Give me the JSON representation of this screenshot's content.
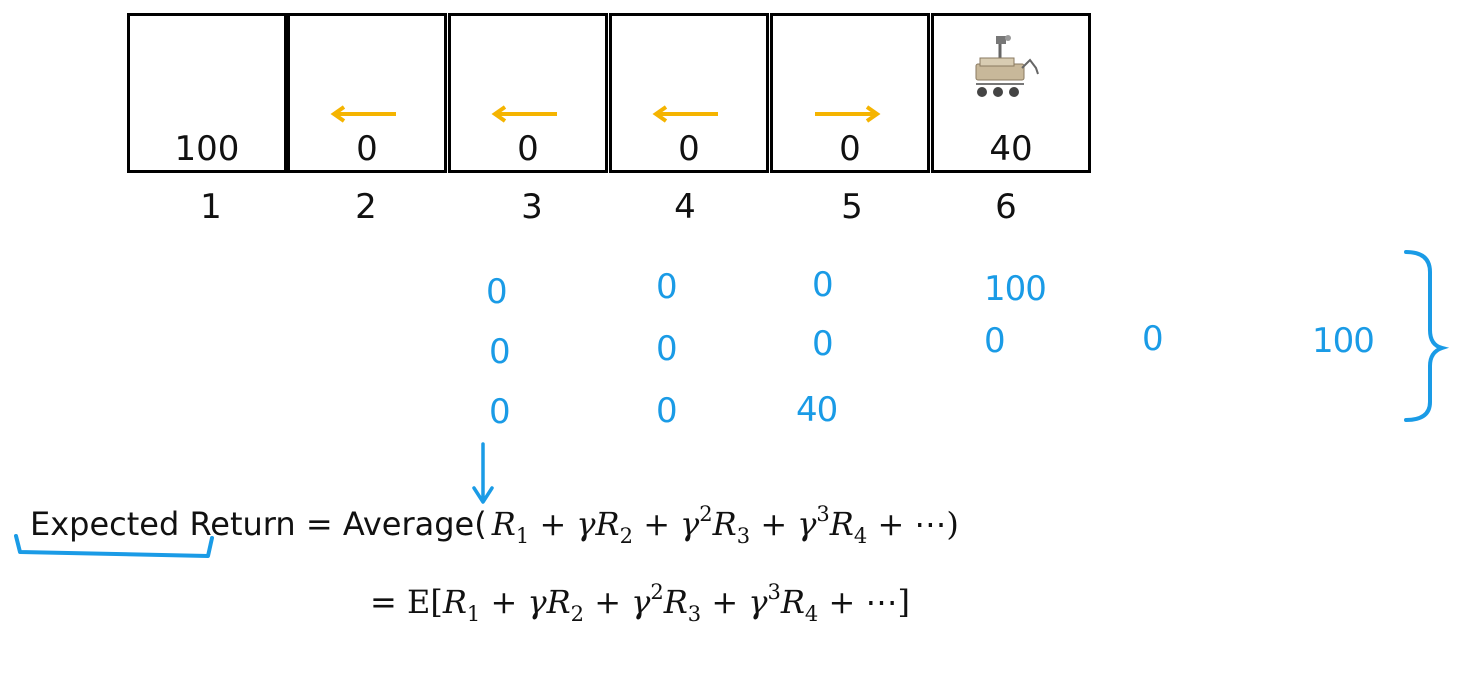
{
  "cells": [
    {
      "reward": "100",
      "action": "none",
      "state": "1"
    },
    {
      "reward": "0",
      "action": "left",
      "state": "2"
    },
    {
      "reward": "0",
      "action": "left",
      "state": "3"
    },
    {
      "reward": "0",
      "action": "left",
      "state": "4"
    },
    {
      "reward": "0",
      "action": "right",
      "state": "5"
    },
    {
      "reward": "40",
      "action": "rover",
      "state": "6"
    }
  ],
  "icons": {
    "rover": "mars-rover-icon",
    "left": "arrow-left-icon",
    "right": "arrow-right-icon"
  },
  "colors": {
    "arrow": "#f5b400",
    "annotation": "#1a9be6",
    "border": "#000000"
  },
  "annotations": {
    "rows": [
      [
        "0",
        "0",
        "0",
        "100"
      ],
      [
        "0",
        "0",
        "0",
        "0",
        "0"
      ],
      [
        "0",
        "0",
        "40"
      ]
    ],
    "total": "100"
  },
  "equation": {
    "label_expected": "Expected",
    "label_return": " Return = Average(",
    "line1": {
      "r": "R",
      "gamma": "γ",
      "plus": "+",
      "ellipsis": "⋯",
      "close": ")"
    },
    "line2": {
      "eq": "= ",
      "e": "E[",
      "close": "]"
    }
  }
}
